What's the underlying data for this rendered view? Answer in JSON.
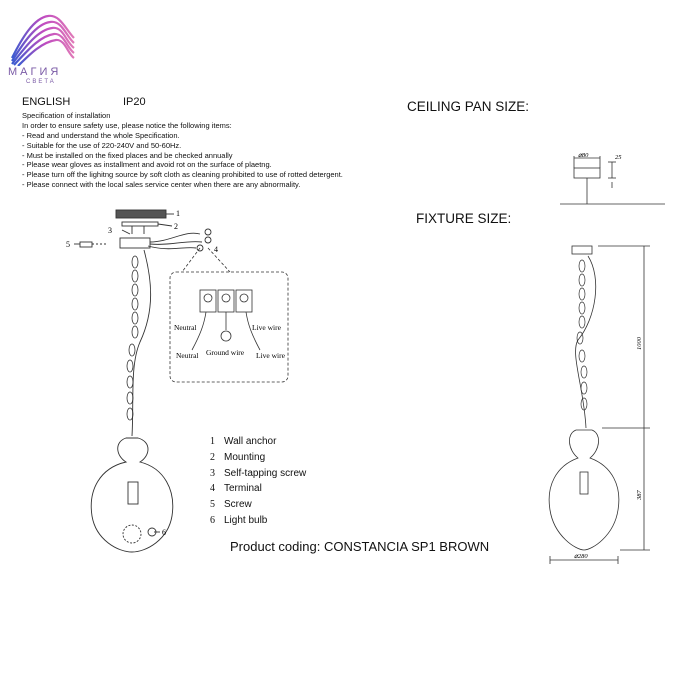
{
  "brand": {
    "name": "МАГИЯ",
    "sub": "СВЕТА"
  },
  "header": {
    "language": "ENGLISH",
    "ip_rating": "IP20"
  },
  "spec": {
    "title": "Specification of installation",
    "intro": "In order to ensure safety use, please notice the following items:",
    "items": [
      "- Read and understand the whole Specification.",
      "- Suitable for the use of 220-240V and 50-60Hz.",
      "- Must be installed on the fixed places and be checked annually",
      "- Please wear gloves as installment and avoid rot on the surface of plaetng.",
      "- Please turn off the lighitng source by soft cloth as cleaning prohibited to use of rotted detergent.",
      "- Please connect with the local sales service center when there are any abnormality."
    ]
  },
  "headings": {
    "ceiling": "CEILING PAN SIZE:",
    "fixture": "FIXTURE SIZE:"
  },
  "terminal_labels": {
    "neutral_top": "Neutral",
    "live_top": "Live wire",
    "neutral_bottom": "Neutral",
    "ground": "Ground wire",
    "live_bottom": "Live wire"
  },
  "callouts": [
    "1",
    "2",
    "3",
    "4",
    "5",
    "6"
  ],
  "parts": [
    {
      "num": "1",
      "label": "Wall anchor"
    },
    {
      "num": "2",
      "label": "Mounting"
    },
    {
      "num": "3",
      "label": "Self-tapping screw"
    },
    {
      "num": "4",
      "label": "Terminal"
    },
    {
      "num": "5",
      "label": "Screw"
    },
    {
      "num": "6",
      "label": "Light bulb"
    }
  ],
  "product_coding": "Product coding: CONSTANCIA SP1 BROWN",
  "dimensions": {
    "canopy_diameter": "⌀80",
    "canopy_height": "25",
    "total_height": "1000",
    "shade_height": "387",
    "shade_diameter": "⌀280"
  }
}
